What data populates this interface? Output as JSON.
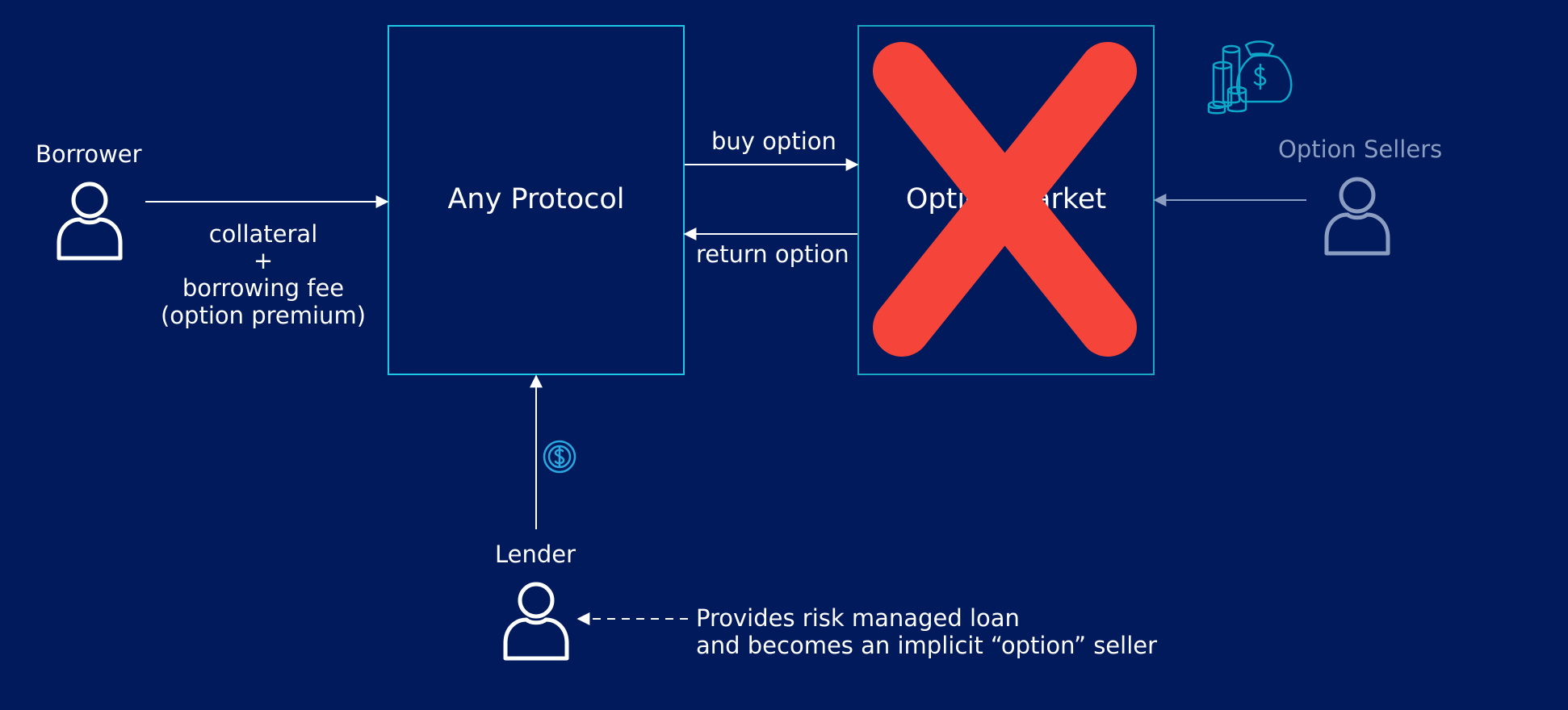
{
  "labels": {
    "borrower": "Borrower",
    "lender": "Lender",
    "option_sellers": "Option Sellers",
    "any_protocol": "Any Protocol",
    "option_market": "Option Market",
    "buy_option": "buy option",
    "return_option": "return option",
    "collateral": "collateral",
    "plus": "+",
    "borrowing_fee": "borrowing fee",
    "option_premium": "(option premium)",
    "note_line1": "Provides risk managed loan",
    "note_line2": "and becomes an implicit “option” seller"
  },
  "colors": {
    "background": "#001a5c",
    "box_border": "#1ec8e6",
    "cross": "#f5453b",
    "icon_teal": "#0da7c9",
    "muted": "#8b9ec1"
  },
  "icons": {
    "borrower": "user-icon",
    "lender": "user-icon",
    "option_sellers": "user-icon",
    "coin": "dollar-coin-icon",
    "money_bag": "money-bag-coins-icon",
    "cross": "red-x-icon"
  }
}
